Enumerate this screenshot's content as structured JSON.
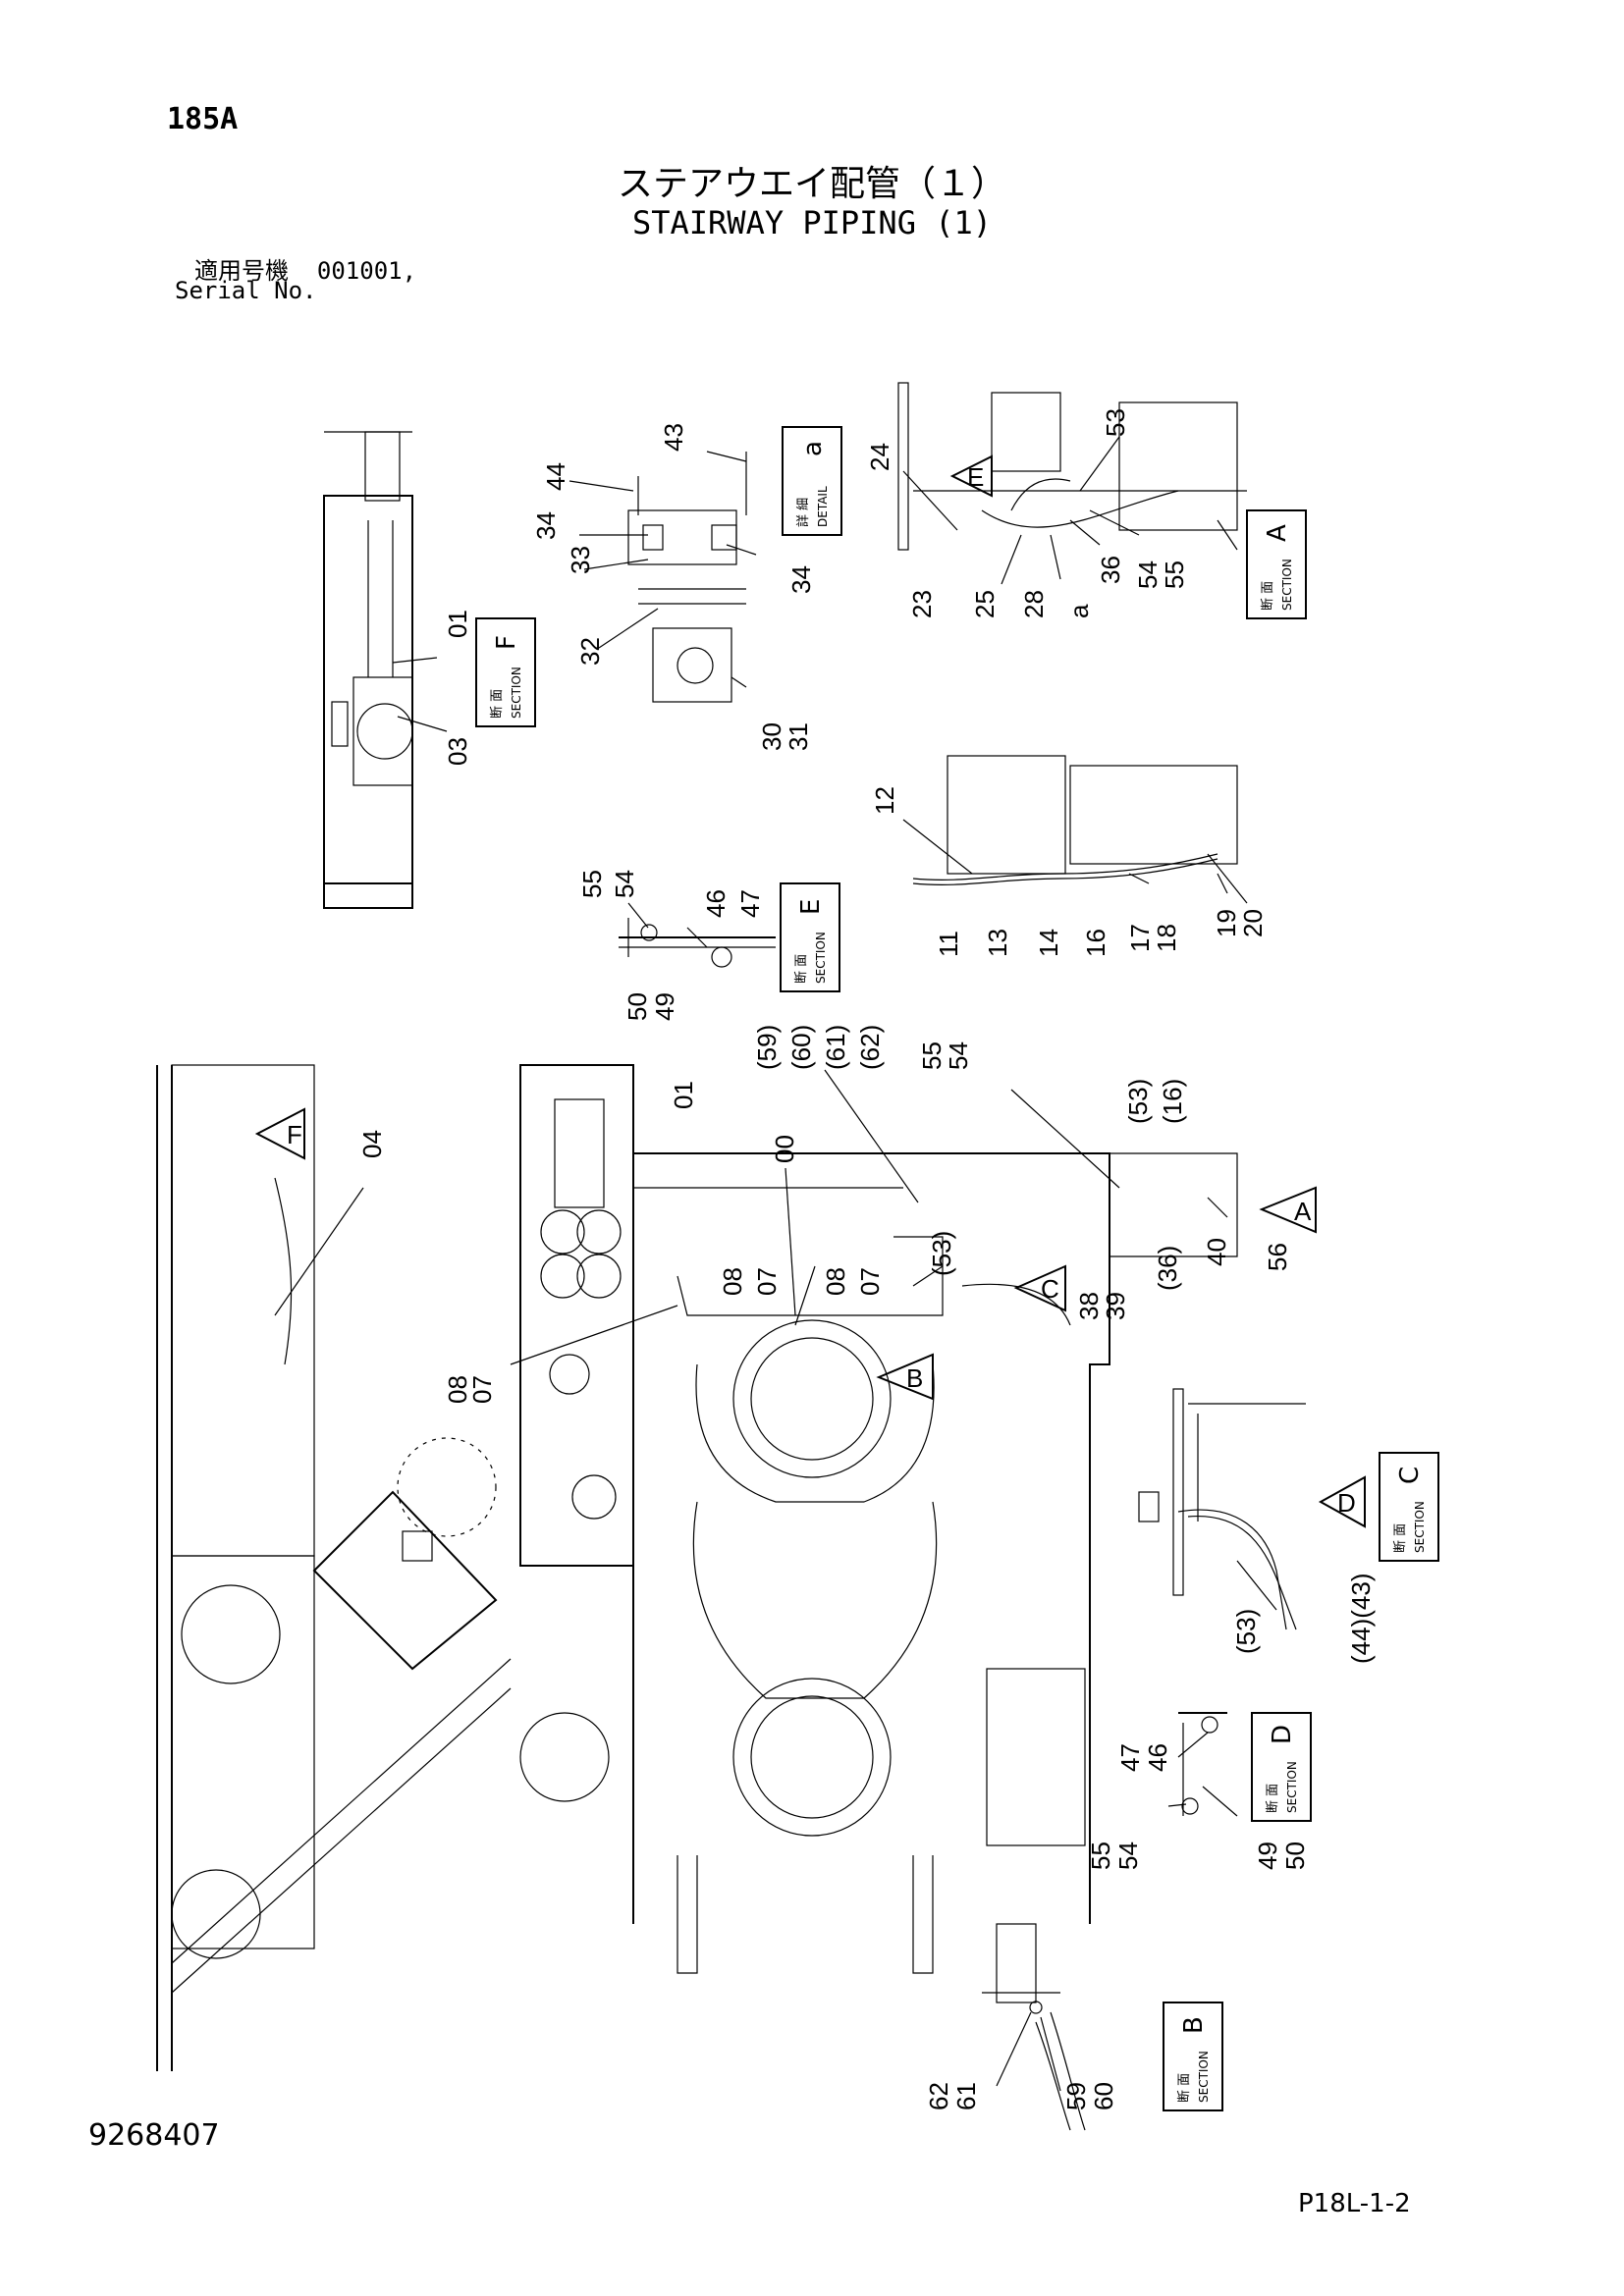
{
  "header": {
    "page_code": "185A",
    "title_jp": "ステアウエイ配管（１）",
    "title_en": "STAIRWAY PIPING (1)",
    "serial_label_jp": "適用号機",
    "serial_value": "001001,",
    "serial_label_en": "Serial No."
  },
  "footer": {
    "drawing_no": "9268407",
    "page_ref": "P18L-1-2"
  },
  "section_labels": {
    "section": "SECTION",
    "danmen": "断 面",
    "detail": "DETAIL",
    "shousai": "詳 細"
  },
  "sections": [
    {
      "id": "F",
      "letter": "F"
    },
    {
      "id": "A",
      "letter": "A"
    },
    {
      "id": "E",
      "letter": "E"
    },
    {
      "id": "C",
      "letter": "C"
    },
    {
      "id": "D",
      "letter": "D"
    },
    {
      "id": "B",
      "letter": "B"
    }
  ],
  "detail": {
    "letter": "a"
  },
  "part_labels": [
    {
      "text": "01"
    },
    {
      "text": "03"
    },
    {
      "text": "44"
    },
    {
      "text": "43"
    },
    {
      "text": "34"
    },
    {
      "text": "33"
    },
    {
      "text": "34"
    },
    {
      "text": "32"
    },
    {
      "text": "30"
    },
    {
      "text": "31"
    },
    {
      "text": "24"
    },
    {
      "text": "53"
    },
    {
      "text": "23"
    },
    {
      "text": "25"
    },
    {
      "text": "28"
    },
    {
      "text": "a"
    },
    {
      "text": "36"
    },
    {
      "text": "54"
    },
    {
      "text": "55"
    },
    {
      "text": "12"
    },
    {
      "text": "11"
    },
    {
      "text": "13"
    },
    {
      "text": "14"
    },
    {
      "text": "16"
    },
    {
      "text": "17"
    },
    {
      "text": "18"
    },
    {
      "text": "19"
    },
    {
      "text": "20"
    },
    {
      "text": "55"
    },
    {
      "text": "54"
    },
    {
      "text": "46"
    },
    {
      "text": "47"
    },
    {
      "text": "50"
    },
    {
      "text": "49"
    },
    {
      "text": "04"
    },
    {
      "text": "01"
    },
    {
      "text": "(59)"
    },
    {
      "text": "(60)"
    },
    {
      "text": "(61)"
    },
    {
      "text": "(62)"
    },
    {
      "text": "00"
    },
    {
      "text": "55"
    },
    {
      "text": "54"
    },
    {
      "text": "(53)"
    },
    {
      "text": "(16)"
    },
    {
      "text": "56"
    },
    {
      "text": "08"
    },
    {
      "text": "07"
    },
    {
      "text": "08"
    },
    {
      "text": "07"
    },
    {
      "text": "(53)"
    },
    {
      "text": "38"
    },
    {
      "text": "39"
    },
    {
      "text": "(36)"
    },
    {
      "text": "40"
    },
    {
      "text": "08"
    },
    {
      "text": "07"
    },
    {
      "text": "(53)"
    },
    {
      "text": "(44)(43)"
    },
    {
      "text": "47"
    },
    {
      "text": "46"
    },
    {
      "text": "55"
    },
    {
      "text": "54"
    },
    {
      "text": "49"
    },
    {
      "text": "50"
    },
    {
      "text": "62"
    },
    {
      "text": "61"
    },
    {
      "text": "59"
    },
    {
      "text": "60"
    }
  ],
  "view_markers": [
    {
      "letter": "F"
    },
    {
      "letter": "A"
    },
    {
      "letter": "C"
    },
    {
      "letter": "B"
    },
    {
      "letter": "E"
    },
    {
      "letter": "D"
    }
  ]
}
